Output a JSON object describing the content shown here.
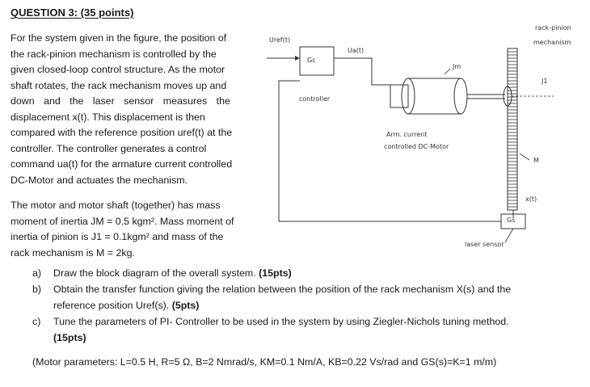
{
  "heading": {
    "question": "QUESTION 3",
    "points": ": (35 points)"
  },
  "paragraph1": [
    "For the system given in the figure, the position of",
    "the rack-pinion mechanism is controlled by the",
    "given closed-loop control structure. As the motor",
    "shaft rotates, the rack mechanism moves up and",
    "down and the laser sensor measures the",
    "displacement x(t). This displacement is then",
    "compared with the reference position uref(t) at the",
    "controller. The controller generates a control",
    "command ua(t) for the armature current controlled",
    "DC-Motor and actuates the mechanism."
  ],
  "paragraph2": [
    "The motor and motor shaft (together) has mass",
    "moment of inertia JM = 0.5 kgm². Mass moment of",
    "inertia of pinion is J1 = 0.1kgm² and mass of the",
    "rack mechanism is M = 2kg."
  ],
  "figure": {
    "uref_label": "Uref(t)",
    "ua_label": "Ua(t)",
    "gc_label": "Gc",
    "controller_label": "controller",
    "jm_label": "Jm",
    "motor_label_1": "Arm. current",
    "motor_label_2": "controlled DC-Motor",
    "rack_pinion_1": "rack-pinion",
    "rack_pinion_2": "mechanism",
    "j1_label": "J1",
    "m_label": "M",
    "x_label": "x(t)",
    "gs_label": "Gs",
    "sensor_label": "laser sensor"
  },
  "questions": [
    {
      "letter": "a)",
      "text": "Draw the block diagram of the overall system. ",
      "pts": "(15pts)"
    },
    {
      "letter": "b)",
      "text": "Obtain the transfer function giving the relation between the position of the rack mechanism X(s) and the",
      "text2": "reference position Uref(s). ",
      "pts": "(5pts)"
    },
    {
      "letter": "c)",
      "text": "Tune the parameters of PI- Controller to be used in the system by using Ziegler-Nichols tuning method.",
      "pts": "(15pts)"
    }
  ],
  "motor_params": "(Motor parameters: L=0.5 H, R=5 Ω, B=2 Nmrad/s, KM=0.1 Nm/A, KB=0.22 Vs/rad and GS(s)=K=1 m/m)"
}
